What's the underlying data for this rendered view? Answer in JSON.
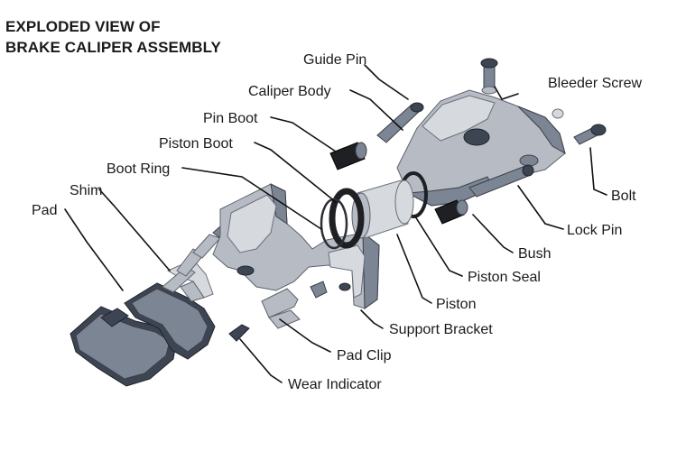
{
  "title": {
    "line1": "EXPLODED VIEW OF",
    "line2": "BRAKE CALIPER ASSEMBLY"
  },
  "labels": {
    "guide_pin": "Guide Pin",
    "caliper_body": "Caliper Body",
    "bleeder_screw": "Bleeder Screw",
    "pin_boot": "Pin Boot",
    "piston_boot": "Piston Boot",
    "boot_ring": "Boot Ring",
    "shim": "Shim",
    "pad": "Pad",
    "bolt": "Bolt",
    "lock_pin": "Lock Pin",
    "bush": "Bush",
    "piston_seal": "Piston Seal",
    "piston": "Piston",
    "support_bracket": "Support Bracket",
    "pad_clip": "Pad Clip",
    "wear_indicator": "Wear Indicator"
  }
}
